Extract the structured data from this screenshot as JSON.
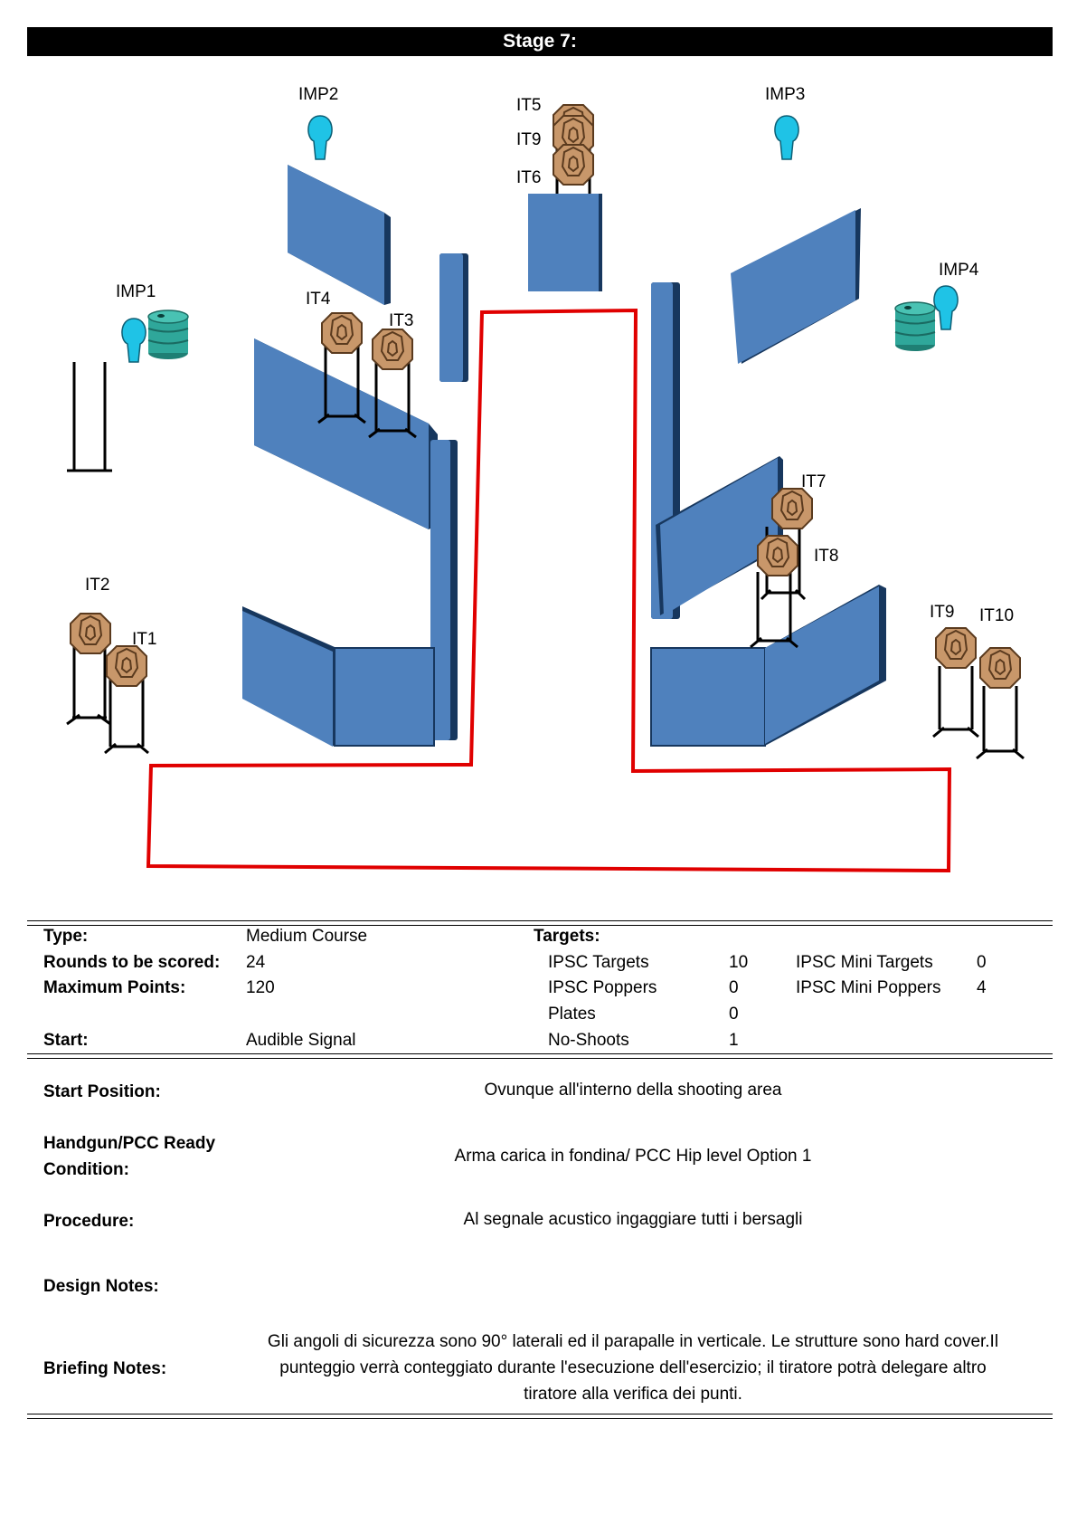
{
  "header": {
    "title": "Stage 7:"
  },
  "diagram": {
    "labels": {
      "imp1": "IMP1",
      "imp2": "IMP2",
      "imp3": "IMP3",
      "imp4": "IMP4",
      "it1": "IT1",
      "it2": "IT2",
      "it3": "IT3",
      "it4": "IT4",
      "it5": "IT5",
      "it6": "IT6",
      "it7": "IT7",
      "it8": "IT8",
      "it9_top": "IT9",
      "it9_right": "IT9",
      "it10": "IT10"
    },
    "colors": {
      "wall_face": "#4f81bd",
      "wall_edge": "#17375e",
      "target": "#c8976a",
      "target_edge": "#5a3a1e",
      "popper": "#1fc3e6",
      "barrel": "#2fa79a",
      "fault_line": "#e00000"
    }
  },
  "summary": {
    "type_label": "Type:",
    "type_value": "Medium Course",
    "rounds_label": "Rounds to be scored:",
    "rounds_value": "24",
    "points_label": "Maximum Points:",
    "points_value": "120",
    "start_label": "Start:",
    "start_value": "Audible Signal",
    "targets_label": "Targets:",
    "targets": [
      {
        "name": "IPSC Targets",
        "count": "10"
      },
      {
        "name": "IPSC Poppers",
        "count": "0"
      },
      {
        "name": "Plates",
        "count": "0"
      },
      {
        "name": "No-Shoots",
        "count": "1"
      }
    ],
    "mini_targets": [
      {
        "name": "IPSC Mini Targets",
        "count": "0"
      },
      {
        "name": "IPSC Mini Poppers",
        "count": "4"
      }
    ]
  },
  "details": {
    "start_position_label": "Start Position:",
    "start_position_value": "Ovunque all'interno della shooting area",
    "ready_label_1": "Handgun/PCC Ready",
    "ready_label_2": "Condition:",
    "ready_value": "Arma carica in fondina/ PCC Hip level Option 1",
    "procedure_label": "Procedure:",
    "procedure_value": "Al segnale acustico ingaggiare tutti i bersagli",
    "design_label": "Design Notes:",
    "design_value": "",
    "briefing_label": "Briefing Notes:",
    "briefing_line_1": "Gli angoli di sicurezza sono 90° laterali ed il parapalle in verticale. Le strutture sono hard cover.Il",
    "briefing_line_2": "punteggio verrà conteggiato durante l'esecuzione dell'esercizio; il tiratore potrà delegare altro",
    "briefing_line_3": "tiratore alla verifica  dei punti."
  }
}
